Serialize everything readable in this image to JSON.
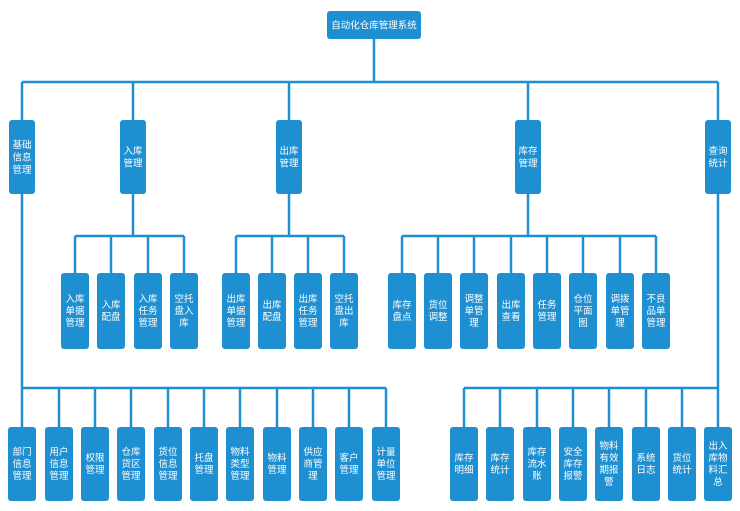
{
  "root": "自动化仓库管理系统",
  "modules": [
    {
      "label": "基础信息管理",
      "lines": [
        "基础",
        "信息",
        "管理"
      ]
    },
    {
      "label": "入库管理",
      "lines": [
        "入库",
        "管理"
      ]
    },
    {
      "label": "出库管理",
      "lines": [
        "出库",
        "管理"
      ]
    },
    {
      "label": "库存管理",
      "lines": [
        "库存",
        "管理"
      ]
    },
    {
      "label": "查询统计",
      "lines": [
        "查询",
        "统计"
      ]
    }
  ],
  "inbound_children": [
    "入库单据管理",
    "入库配盘",
    "入库任务管理",
    "空托盘入库"
  ],
  "outbound_children": [
    "出库单据管理",
    "出库配盘",
    "出库任务管理",
    "空托盘出库"
  ],
  "inventory_children": [
    "库存盘点",
    "货位调整",
    "调整单管理",
    "出库查看",
    "任务管理",
    "仓位平面图",
    "调拨单管理",
    "不良品单管理"
  ],
  "basic_children": [
    "部门信息管理",
    "用户信息管理",
    "权限管理",
    "仓库货区管理",
    "货位信息管理",
    "托盘管理",
    "物料类型管理",
    "物料管理",
    "供应商管理",
    "客户管理",
    "计量单位管理"
  ],
  "query_children": [
    "库存明细",
    "库存统计",
    "库存流水账",
    "安全库存报警",
    "物料有效期报警",
    "系统日志",
    "货位统计",
    "出入库物料汇总"
  ],
  "colors": {
    "box": "#1e8fd0",
    "text": "#ffffff",
    "line": "#1e8fd0"
  }
}
